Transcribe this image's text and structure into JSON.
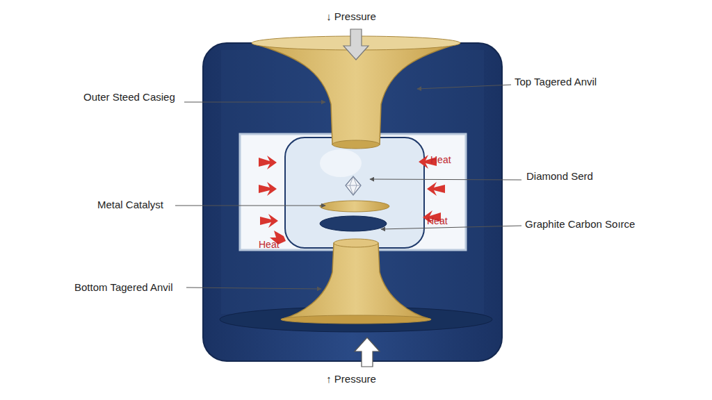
{
  "diagram": {
    "labels": [
      "↓ Pressure",
      "Outer Steed Casieg",
      "Top Tagered Anvil",
      "Heat",
      "Diamond Serd",
      "Metal Catalyst",
      "Heat",
      "Graphite Carbon Soırce",
      "Heat",
      "Bottom Tagered Anvil",
      "↑ Pressure"
    ]
  }
}
